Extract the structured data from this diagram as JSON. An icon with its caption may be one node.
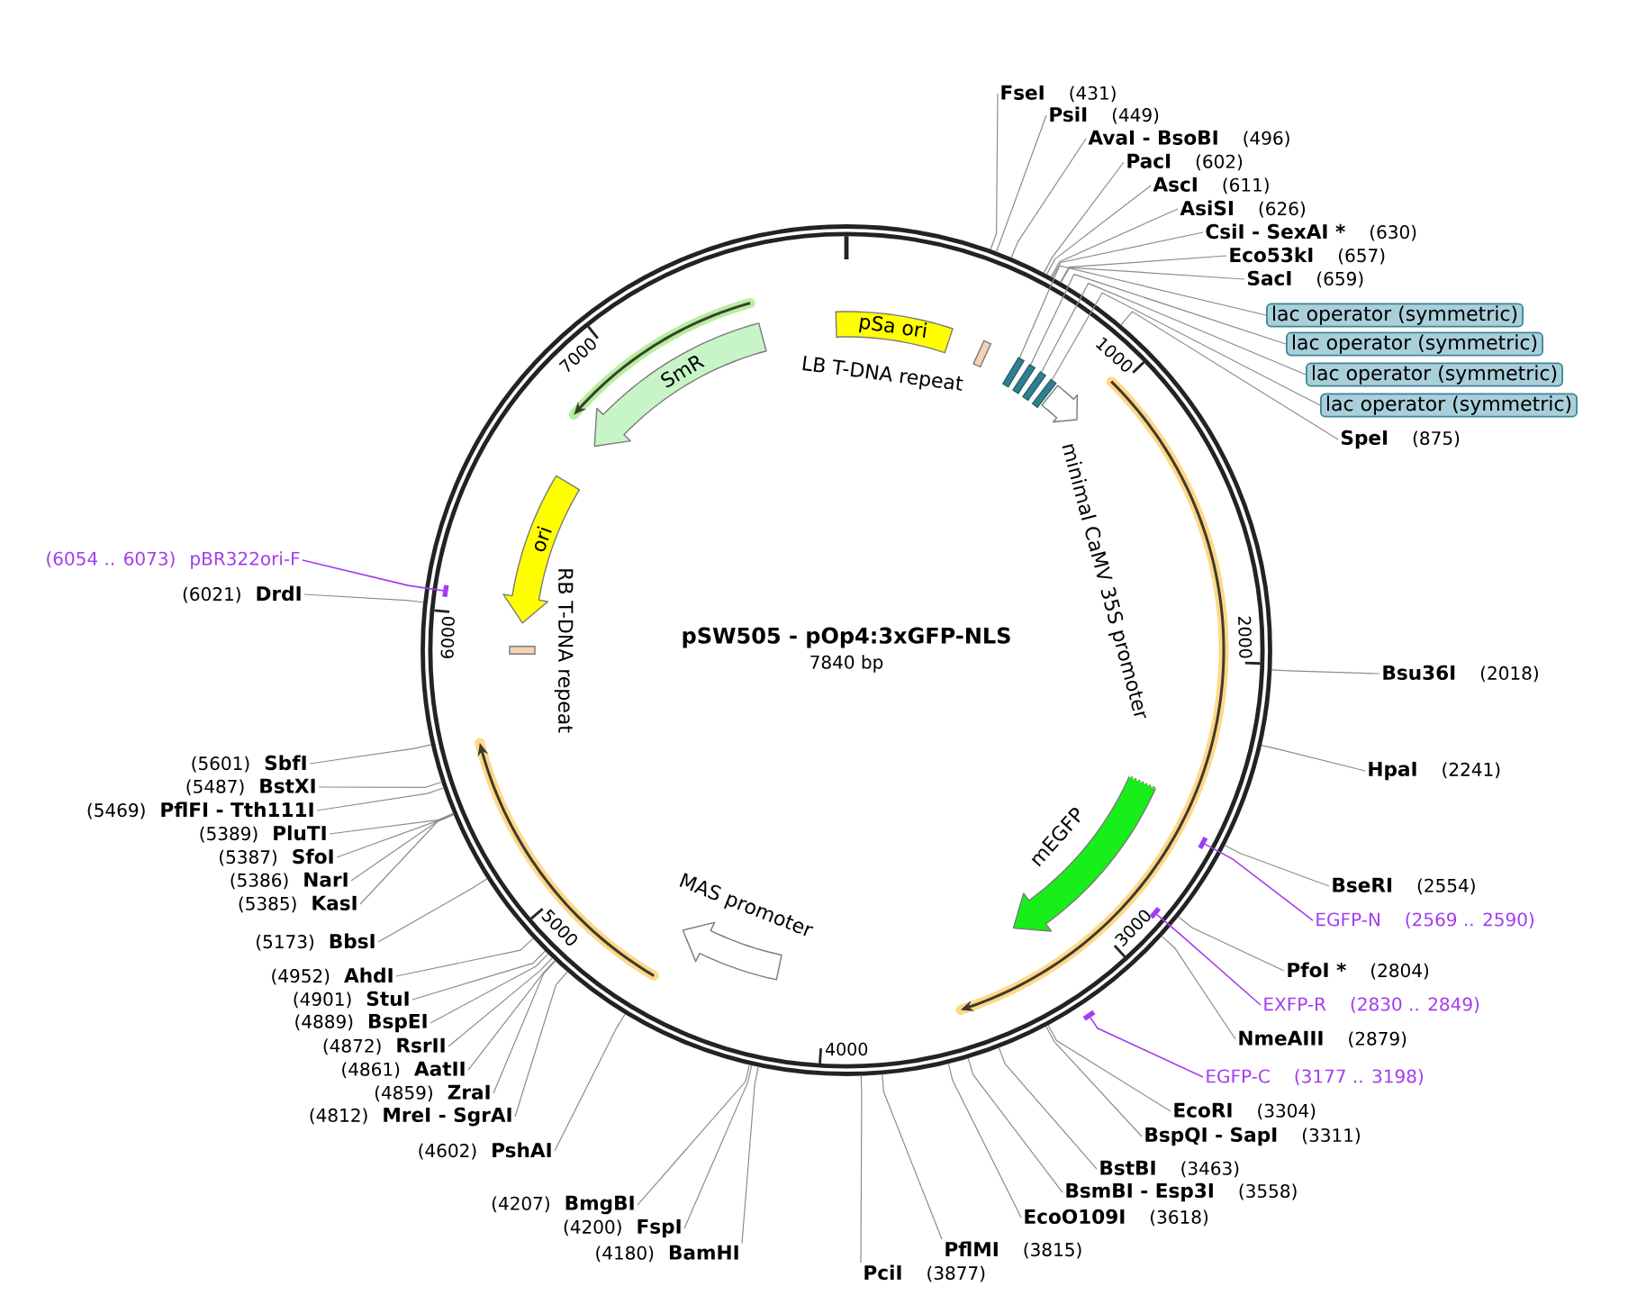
{
  "diagram": {
    "title": "pSW505 - pOp4:3xGFP-NLS",
    "nodes": [
      {
        "text": [],
        "shape": "circle"
      },
      {
        "text": [
          "pSa ori"
        ],
        "in": 0
      },
      {
        "text": [
          "LB T-DNA repeat"
        ],
        "in": 0
      },
      {
        "text": [],
        "shape": "box",
        "in": 0
      },
      {
        "text": [],
        "shape": "box",
        "in": 0
      },
      {
        "text": [],
        "shape": "box",
        "in": 0
      },
      {
        "text": [],
        "shape": "box",
        "in": 0
      },
      {
        "text": [
          "minimal CaMV 35S promoter"
        ],
        "in": 0
      },
      {
        "text": [
          "mEGFP"
        ],
        "in": 0
      },
      {
        "text": [
          "MAS promoter"
        ],
        "in": 0
      },
      {
        "text": [
          "RB T-DNA repeat"
        ],
        "in": 0
      },
      {
        "text": [
          "ori"
        ],
        "in": 0
      },
      {
        "text": [
          "SmR"
        ],
        "in": 0
      },
      {
        "text": [
          "FseI",
          "(431)"
        ]
      },
      {
        "text": [
          "PsiI",
          "(449)"
        ]
      },
      {
        "text": [
          "AvaI - BsoBI",
          "(496)"
        ]
      },
      {
        "text": [
          "PacI",
          "(602)"
        ]
      },
      {
        "text": [
          "AscI",
          "(611)"
        ]
      },
      {
        "text": [
          "AsiSI",
          "(626)"
        ]
      },
      {
        "text": [
          "CsiI - SexAI *",
          "(630)"
        ]
      },
      {
        "text": [
          "Eco53kI",
          "(657)"
        ]
      },
      {
        "text": [
          "SacI",
          "(659)"
        ]
      },
      {
        "text": [
          "lac operator (symmetric)"
        ]
      },
      {
        "text": [
          "lac operator (symmetric)"
        ]
      },
      {
        "text": [
          "lac operator (symmetric)"
        ]
      },
      {
        "text": [
          "lac operator (symmetric)"
        ]
      },
      {
        "text": [
          "SpeI",
          "(875)"
        ]
      },
      {
        "text": [
          "Bsu36I",
          "(2018)"
        ]
      },
      {
        "text": [
          "HpaI",
          "(2241)"
        ]
      },
      {
        "text": [
          "BseRI",
          "(2554)"
        ]
      },
      {
        "text": [
          "EGFP-N",
          "(2569 .. 2590)"
        ]
      },
      {
        "text": [
          "PfoI *",
          "(2804)"
        ]
      },
      {
        "text": [
          "EXFP-R",
          "(2830 .. 2849)"
        ]
      },
      {
        "text": [
          "NmeAIII",
          "(2879)"
        ]
      },
      {
        "text": [
          "EGFP-C",
          "(3177 .. 3198)"
        ]
      },
      {
        "text": [
          "EcoRI",
          "(3304)"
        ]
      },
      {
        "text": [
          "BspQI - SapI",
          "(3311)"
        ]
      },
      {
        "text": [
          "BstBI",
          "(3463)"
        ]
      },
      {
        "text": [
          "BsmBI - Esp3I",
          "(3558)"
        ]
      },
      {
        "text": [
          "EcoO109I",
          "(3618)"
        ]
      },
      {
        "text": [
          "PflMI",
          "(3815)"
        ]
      },
      {
        "text": [
          "PciI",
          "(3877)"
        ]
      },
      {
        "text": [
          "(4180)",
          "BamHI"
        ]
      },
      {
        "text": [
          "(4200)",
          "FspI"
        ]
      },
      {
        "text": [
          "(4207)",
          "BmgBI"
        ]
      },
      {
        "text": [
          "(4602)",
          "PshAI"
        ]
      },
      {
        "text": [
          "(4812)",
          "MreI - SgrAI"
        ]
      },
      {
        "text": [
          "(4859)",
          "ZraI"
        ]
      },
      {
        "text": [
          "(4861)",
          "AatII"
        ]
      },
      {
        "text": [
          "(4872)",
          "RsrII"
        ]
      },
      {
        "text": [
          "(4889)",
          "BspEI"
        ]
      },
      {
        "text": [
          "(4901)",
          "StuI"
        ]
      },
      {
        "text": [
          "(4952)",
          "AhdI"
        ]
      },
      {
        "text": [
          "(5173)",
          "BbsI"
        ]
      },
      {
        "text": [
          "(5385)",
          "KasI"
        ]
      },
      {
        "text": [
          "(5386)",
          "NarI"
        ]
      },
      {
        "text": [
          "(5387)",
          "SfoI"
        ]
      },
      {
        "text": [
          "(5389)",
          "PluTI"
        ]
      },
      {
        "text": [
          "(5469)",
          "PflFI - Tth111I"
        ]
      },
      {
        "text": [
          "(5487)",
          "BstXI"
        ]
      },
      {
        "text": [
          "(5601)",
          "SbfI"
        ]
      },
      {
        "text": [
          "(6021)",
          "DrdI"
        ]
      },
      {
        "text": [
          "(6054 .. 6073)",
          "pBR322ori-F"
        ]
      },
      {
        "text": [],
        "shape": "bar",
        "in": 0
      },
      {
        "text": [],
        "shape": "bar",
        "in": 0
      },
      {
        "text": [],
        "shape": "bar",
        "in": 0
      },
      {
        "text": [],
        "shape": "bar"
      }
    ],
    "edges": [
      {
        "from": 13,
        "to": 0,
        "arrow": "none"
      },
      {
        "from": 14,
        "to": 0,
        "arrow": "none"
      },
      {
        "from": 15,
        "to": 0,
        "arrow": "none"
      },
      {
        "from": 16,
        "to": 0,
        "arrow": "none"
      },
      {
        "from": 17,
        "to": 0,
        "arrow": "none"
      },
      {
        "from": 18,
        "to": 0,
        "arrow": "none"
      },
      {
        "from": 19,
        "to": 0,
        "arrow": "none"
      },
      {
        "from": 20,
        "to": 0,
        "arrow": "none"
      },
      {
        "from": 21,
        "to": 0,
        "arrow": "none"
      },
      {
        "from": 22,
        "to": 3,
        "arrow": "none"
      },
      {
        "from": 23,
        "to": 4,
        "arrow": "none"
      },
      {
        "from": 24,
        "to": 5,
        "arrow": "none"
      },
      {
        "from": 25,
        "to": 6,
        "arrow": "none"
      },
      {
        "from": 26,
        "to": 0,
        "arrow": "none"
      },
      {
        "from": 27,
        "to": 0,
        "arrow": "none"
      },
      {
        "from": 28,
        "to": 0,
        "arrow": "none"
      },
      {
        "from": 29,
        "to": 0,
        "arrow": "none"
      },
      {
        "from": 30,
        "to": 64,
        "arrow": "none",
        "color": "#a23cf0"
      },
      {
        "from": 31,
        "to": 0,
        "arrow": "none"
      },
      {
        "from": 32,
        "to": 65,
        "arrow": "none",
        "color": "#a23cf0"
      },
      {
        "from": 33,
        "to": 0,
        "arrow": "none"
      },
      {
        "from": 34,
        "to": 66,
        "arrow": "none",
        "color": "#a23cf0"
      },
      {
        "from": 35,
        "to": 0,
        "arrow": "none"
      },
      {
        "from": 36,
        "to": 0,
        "arrow": "none"
      },
      {
        "from": 37,
        "to": 0,
        "arrow": "none"
      },
      {
        "from": 38,
        "to": 0,
        "arrow": "none"
      },
      {
        "from": 39,
        "to": 0,
        "arrow": "none"
      },
      {
        "from": 40,
        "to": 0,
        "arrow": "none"
      },
      {
        "from": 41,
        "to": 0,
        "arrow": "none"
      },
      {
        "from": 42,
        "to": 0,
        "arrow": "none"
      },
      {
        "from": 43,
        "to": 0,
        "arrow": "none"
      },
      {
        "from": 44,
        "to": 0,
        "arrow": "none"
      },
      {
        "from": 45,
        "to": 0,
        "arrow": "none"
      },
      {
        "from": 46,
        "to": 0,
        "arrow": "none"
      },
      {
        "from": 47,
        "to": 0,
        "arrow": "none"
      },
      {
        "from": 48,
        "to": 0,
        "arrow": "none"
      },
      {
        "from": 49,
        "to": 0,
        "arrow": "none"
      },
      {
        "from": 50,
        "to": 0,
        "arrow": "none"
      },
      {
        "from": 51,
        "to": 0,
        "arrow": "none"
      },
      {
        "from": 52,
        "to": 0,
        "arrow": "none"
      },
      {
        "from": 53,
        "to": 0,
        "arrow": "none"
      },
      {
        "from": 54,
        "to": 0,
        "arrow": "none"
      },
      {
        "from": 55,
        "to": 0,
        "arrow": "none"
      },
      {
        "from": 56,
        "to": 0,
        "arrow": "none"
      },
      {
        "from": 57,
        "to": 0,
        "arrow": "none"
      },
      {
        "from": 58,
        "to": 0,
        "arrow": "none"
      },
      {
        "from": 59,
        "to": 0,
        "arrow": "none"
      },
      {
        "from": 60,
        "to": 0,
        "arrow": "none"
      },
      {
        "from": 61,
        "to": 0,
        "arrow": "none"
      },
      {
        "from": 62,
        "to": 63,
        "arrow": "none",
        "color": "#a23cf0"
      }
    ],
    "labels": [
      "7840 bp",
      "1000",
      "2000",
      "3000",
      "4000",
      "5000",
      "6000",
      "7000"
    ]
  }
}
